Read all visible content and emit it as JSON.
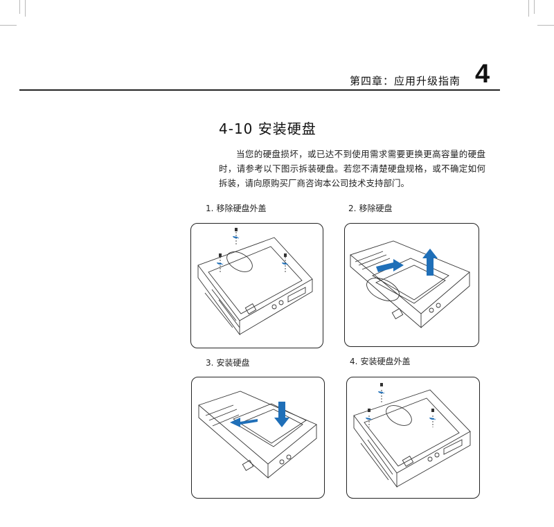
{
  "header": {
    "chapter_title": "第四章：应用升级指南",
    "chapter_number": "4"
  },
  "section": {
    "title": "4-10 安装硬盘",
    "paragraph": "当您的硬盘损坏，或已达不到使用需求需要更换更高容量的硬盘时，请参考以下图示拆装硬盘。若您不清楚硬盘规格，或不确定如何拆装，请向原购买厂商咨询本公司技术支持部门。"
  },
  "steps": [
    {
      "number": "1.",
      "label": "移除硬盘外盖",
      "icon": "screw-removal-illustration"
    },
    {
      "number": "2.",
      "label": "移除硬盘",
      "icon": "drive-removal-illustration"
    },
    {
      "number": "3.",
      "label": "安装硬盘",
      "icon": "drive-install-illustration"
    },
    {
      "number": "4.",
      "label": "安装硬盘外盖",
      "icon": "screw-install-illustration"
    }
  ],
  "colors": {
    "arrow": "#1f6fb8",
    "line": "#333333",
    "panel_border": "#222222"
  }
}
